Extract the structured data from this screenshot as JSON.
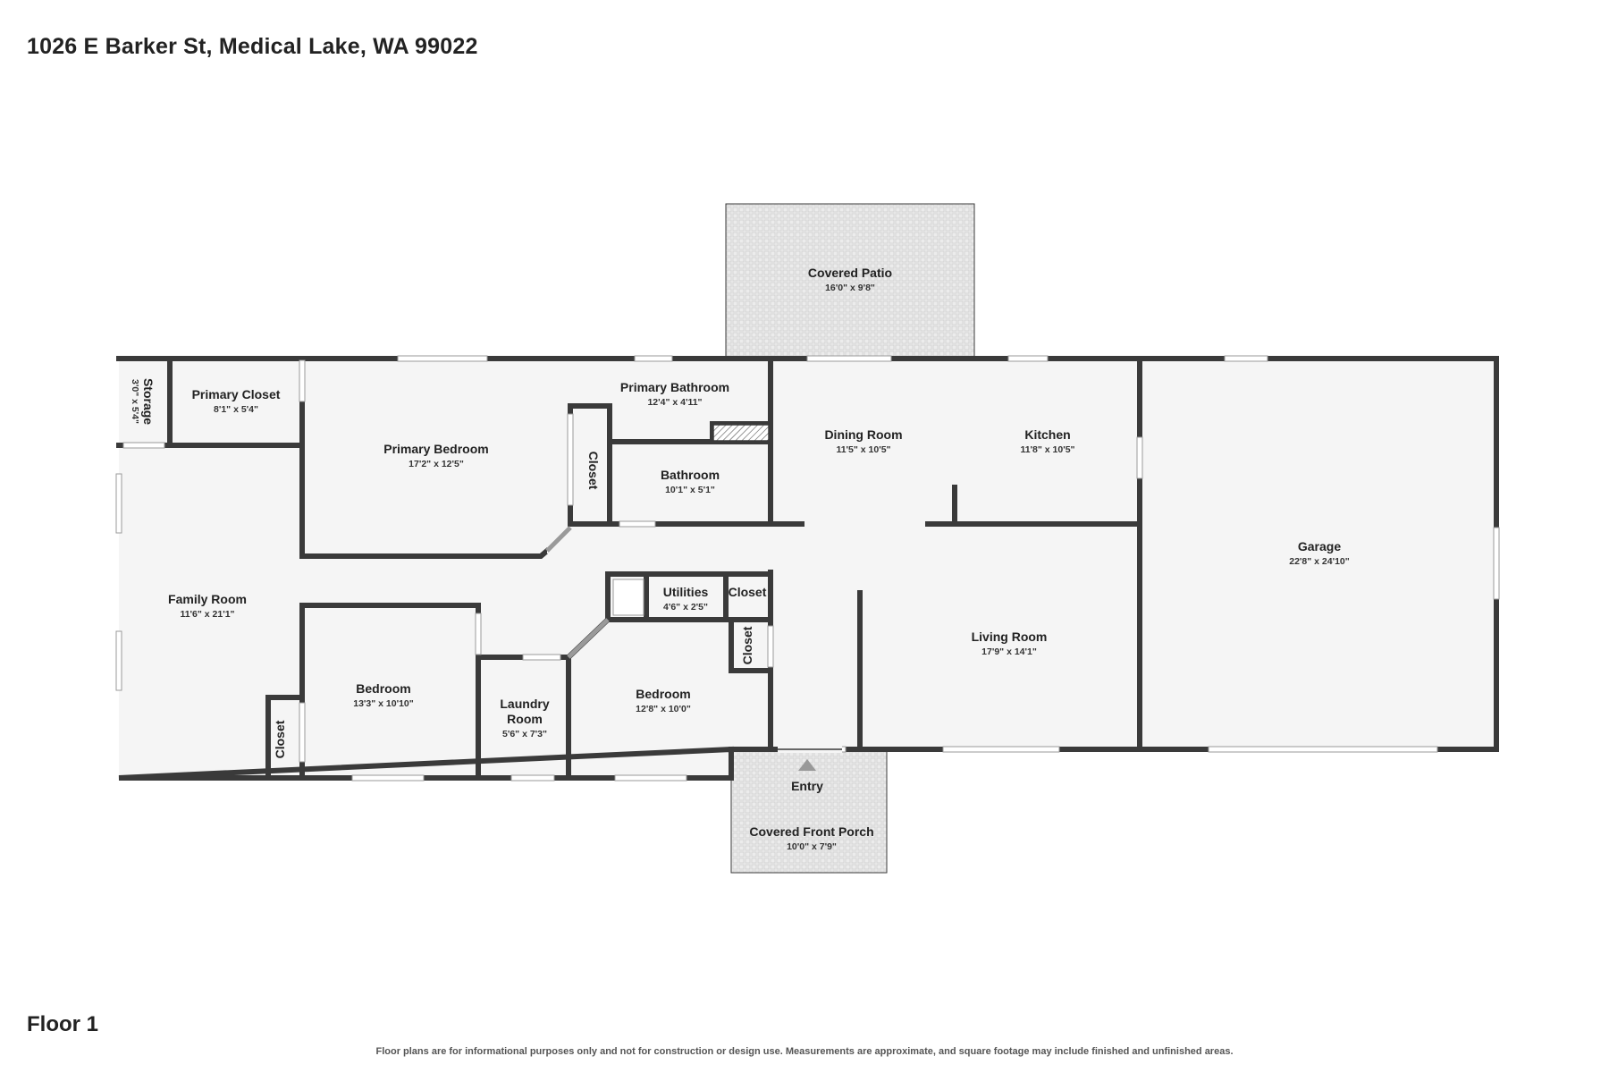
{
  "header": {
    "address": "1026 E Barker St, Medical Lake, WA 99022"
  },
  "footer": {
    "floor": "Floor 1",
    "disclaimer": "Floor plans are for informational purposes only and not for construction or design use. Measurements are approximate, and square footage may include finished and unfinished areas."
  },
  "colors": {
    "wall": "#3a3a3a",
    "floor": "#f5f5f5",
    "outdoor": "#ececec"
  },
  "rooms": {
    "covered_patio": {
      "name": "Covered Patio",
      "dims": "16'0\" x 9'8\""
    },
    "storage": {
      "name": "Storage",
      "dims": "3'0\" x 5'4\""
    },
    "primary_closet": {
      "name": "Primary Closet",
      "dims": "8'1\" x 5'4\""
    },
    "primary_bedroom": {
      "name": "Primary Bedroom",
      "dims": "17'2\" x 12'5\""
    },
    "primary_bathroom": {
      "name": "Primary Bathroom",
      "dims": "12'4\" x 4'11\""
    },
    "closet_primary": {
      "name": "Closet"
    },
    "bathroom": {
      "name": "Bathroom",
      "dims": "10'1\" x 5'1\""
    },
    "dining_room": {
      "name": "Dining Room",
      "dims": "11'5\" x 10'5\""
    },
    "kitchen": {
      "name": "Kitchen",
      "dims": "11'8\" x 10'5\""
    },
    "garage": {
      "name": "Garage",
      "dims": "22'8\" x 24'10\""
    },
    "family_room": {
      "name": "Family Room",
      "dims": "11'6\" x 21'1\""
    },
    "utilities": {
      "name": "Utilities",
      "dims": "4'6\" x 2'5\""
    },
    "closet_hall": {
      "name": "Closet"
    },
    "closet_bedroom2": {
      "name": "Closet"
    },
    "living_room": {
      "name": "Living Room",
      "dims": "17'9\" x 14'1\""
    },
    "bedroom1": {
      "name": "Bedroom",
      "dims": "13'3\" x 10'10\""
    },
    "closet_bedroom1": {
      "name": "Closet"
    },
    "laundry_room": {
      "name_line1": "Laundry",
      "name_line2": "Room",
      "dims": "5'6\" x 7'3\""
    },
    "bedroom2": {
      "name": "Bedroom",
      "dims": "12'8\" x 10'0\""
    },
    "entry": {
      "name": "Entry"
    },
    "covered_front_porch": {
      "name": "Covered Front Porch",
      "dims": "10'0\" x 7'9\""
    }
  }
}
